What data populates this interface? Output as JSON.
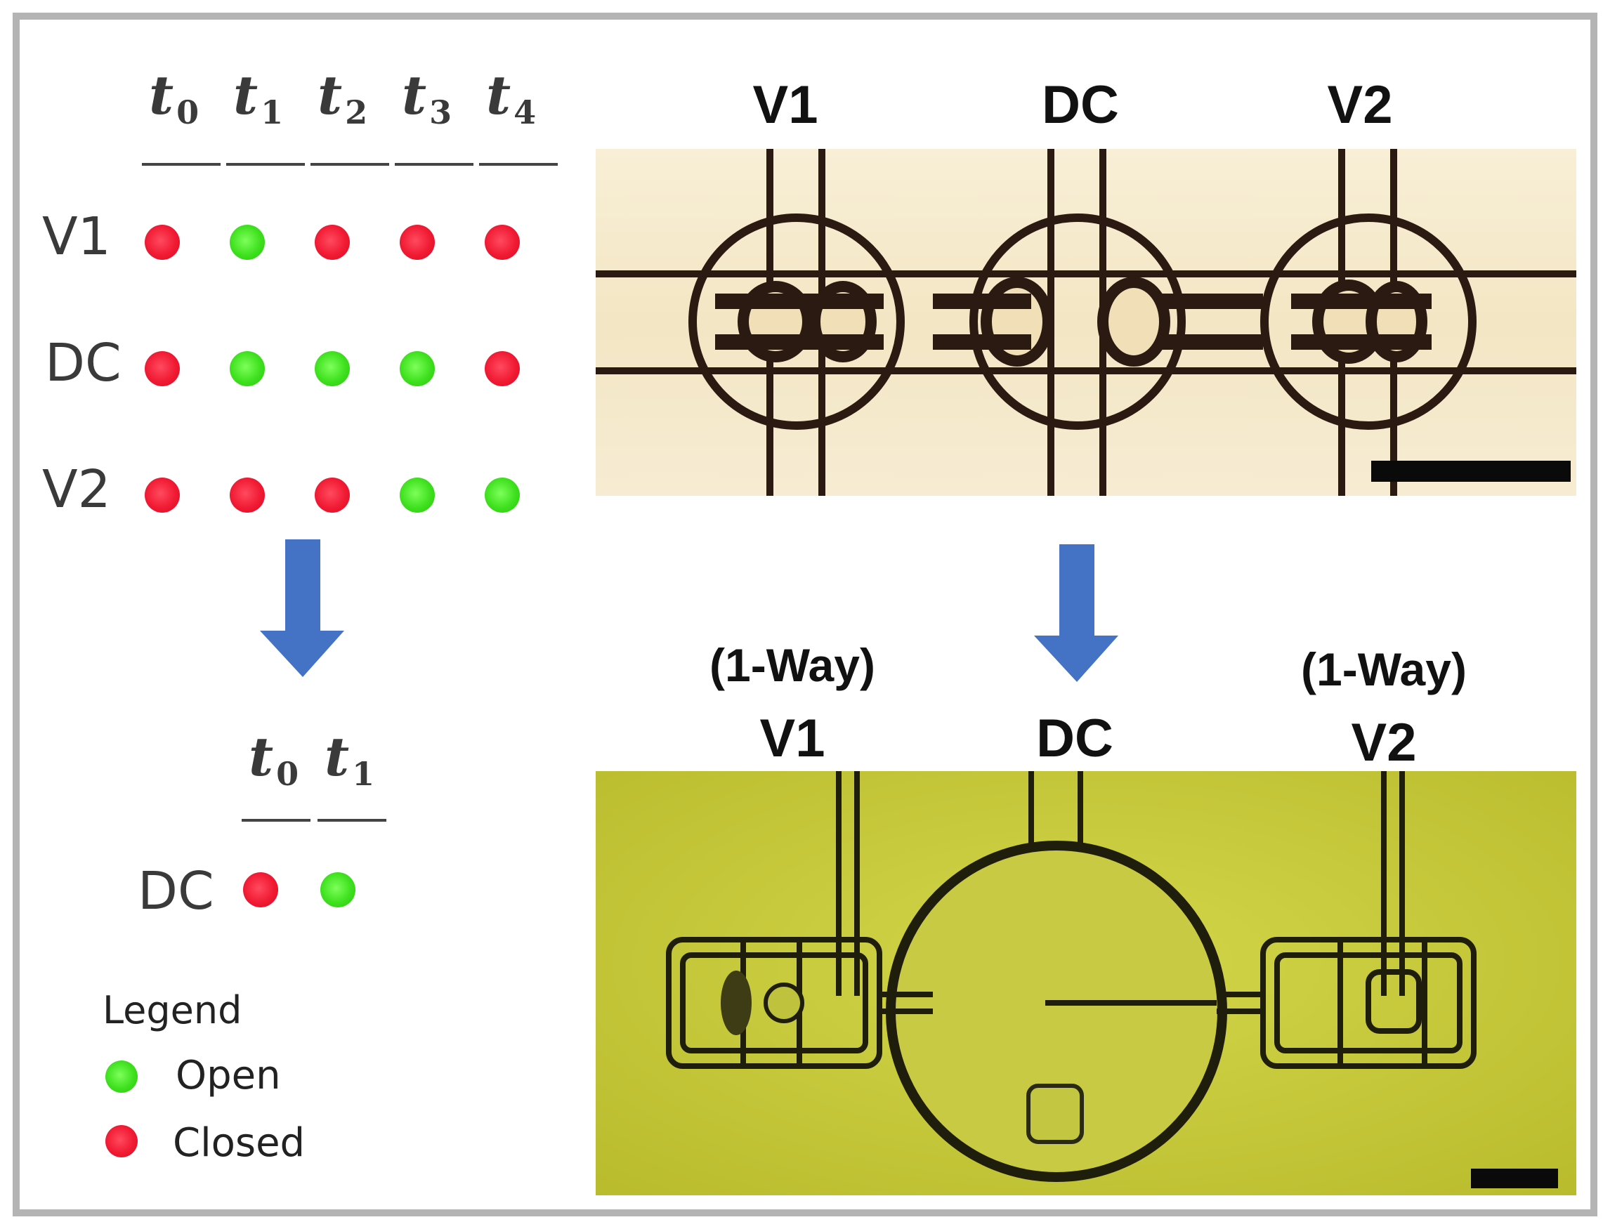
{
  "timing_table": {
    "headers": [
      {
        "t": "t",
        "sub": "0"
      },
      {
        "t": "t",
        "sub": "1"
      },
      {
        "t": "t",
        "sub": "2"
      },
      {
        "t": "t",
        "sub": "3"
      },
      {
        "t": "t",
        "sub": "4"
      }
    ],
    "rows": [
      {
        "label": "V1",
        "states": [
          "closed",
          "open",
          "closed",
          "closed",
          "closed"
        ]
      },
      {
        "label": "DC",
        "states": [
          "closed",
          "open",
          "open",
          "open",
          "closed"
        ]
      },
      {
        "label": "V2",
        "states": [
          "closed",
          "closed",
          "closed",
          "open",
          "open"
        ]
      }
    ]
  },
  "simplified_table": {
    "headers": [
      {
        "t": "t",
        "sub": "0"
      },
      {
        "t": "t",
        "sub": "1"
      }
    ],
    "rows": [
      {
        "label": "DC",
        "states": [
          "closed",
          "open"
        ]
      }
    ]
  },
  "legend": {
    "title": "Legend",
    "items": [
      {
        "state": "open",
        "label": "Open"
      },
      {
        "state": "closed",
        "label": "Closed"
      }
    ]
  },
  "top_panel": {
    "labels": [
      "V1",
      "DC",
      "V2"
    ]
  },
  "bottom_panel": {
    "v1_note": "(1-Way)",
    "v1_label": "V1",
    "dc_label": "DC",
    "v2_note": "(1-Way)",
    "v2_label": "V2"
  },
  "colors": {
    "open": "#3ee01e",
    "closed": "#f01a33",
    "arrow": "#4472c4",
    "top_photo_bg": "#f6ecd2",
    "bottom_photo_bg": "#c9cc3c"
  }
}
